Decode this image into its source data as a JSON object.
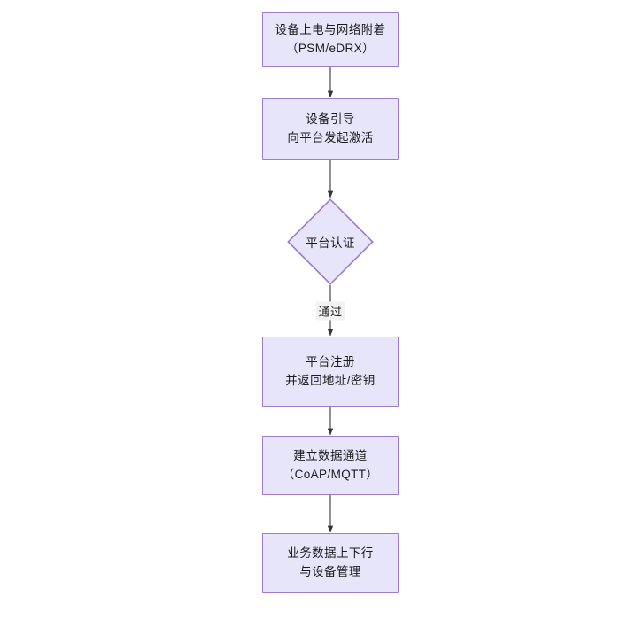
{
  "diagram": {
    "type": "flowchart",
    "orientation": "top-to-bottom",
    "theme": {
      "node_fill": "#e7e5fa",
      "node_border": "#9e7ad0",
      "text_color": "#1c1c1c",
      "edge_color": "#333333",
      "edge_label_bg": "#f2f2f2",
      "background": "#ffffff"
    },
    "nodes": [
      {
        "id": "n1",
        "shape": "rect",
        "lines": [
          "设备上电与网络附着",
          "（PSM/eDRX）"
        ]
      },
      {
        "id": "n2",
        "shape": "rect",
        "lines": [
          "设备引导",
          "向平台发起激活"
        ]
      },
      {
        "id": "n3",
        "shape": "diamond",
        "lines": [
          "平台认证"
        ]
      },
      {
        "id": "n4",
        "shape": "rect",
        "lines": [
          "平台注册",
          "并返回地址/密钥"
        ]
      },
      {
        "id": "n5",
        "shape": "rect",
        "lines": [
          "建立数据通道",
          "（CoAP/MQTT）"
        ]
      },
      {
        "id": "n6",
        "shape": "rect",
        "lines": [
          "业务数据上下行",
          "与设备管理"
        ]
      }
    ],
    "edges": [
      {
        "id": "e1",
        "from": "n1",
        "to": "n2",
        "label": ""
      },
      {
        "id": "e2",
        "from": "n2",
        "to": "n3",
        "label": ""
      },
      {
        "id": "e3",
        "from": "n3",
        "to": "n4",
        "label": "通过"
      },
      {
        "id": "e4",
        "from": "n4",
        "to": "n5",
        "label": ""
      },
      {
        "id": "e5",
        "from": "n5",
        "to": "n6",
        "label": ""
      }
    ]
  }
}
